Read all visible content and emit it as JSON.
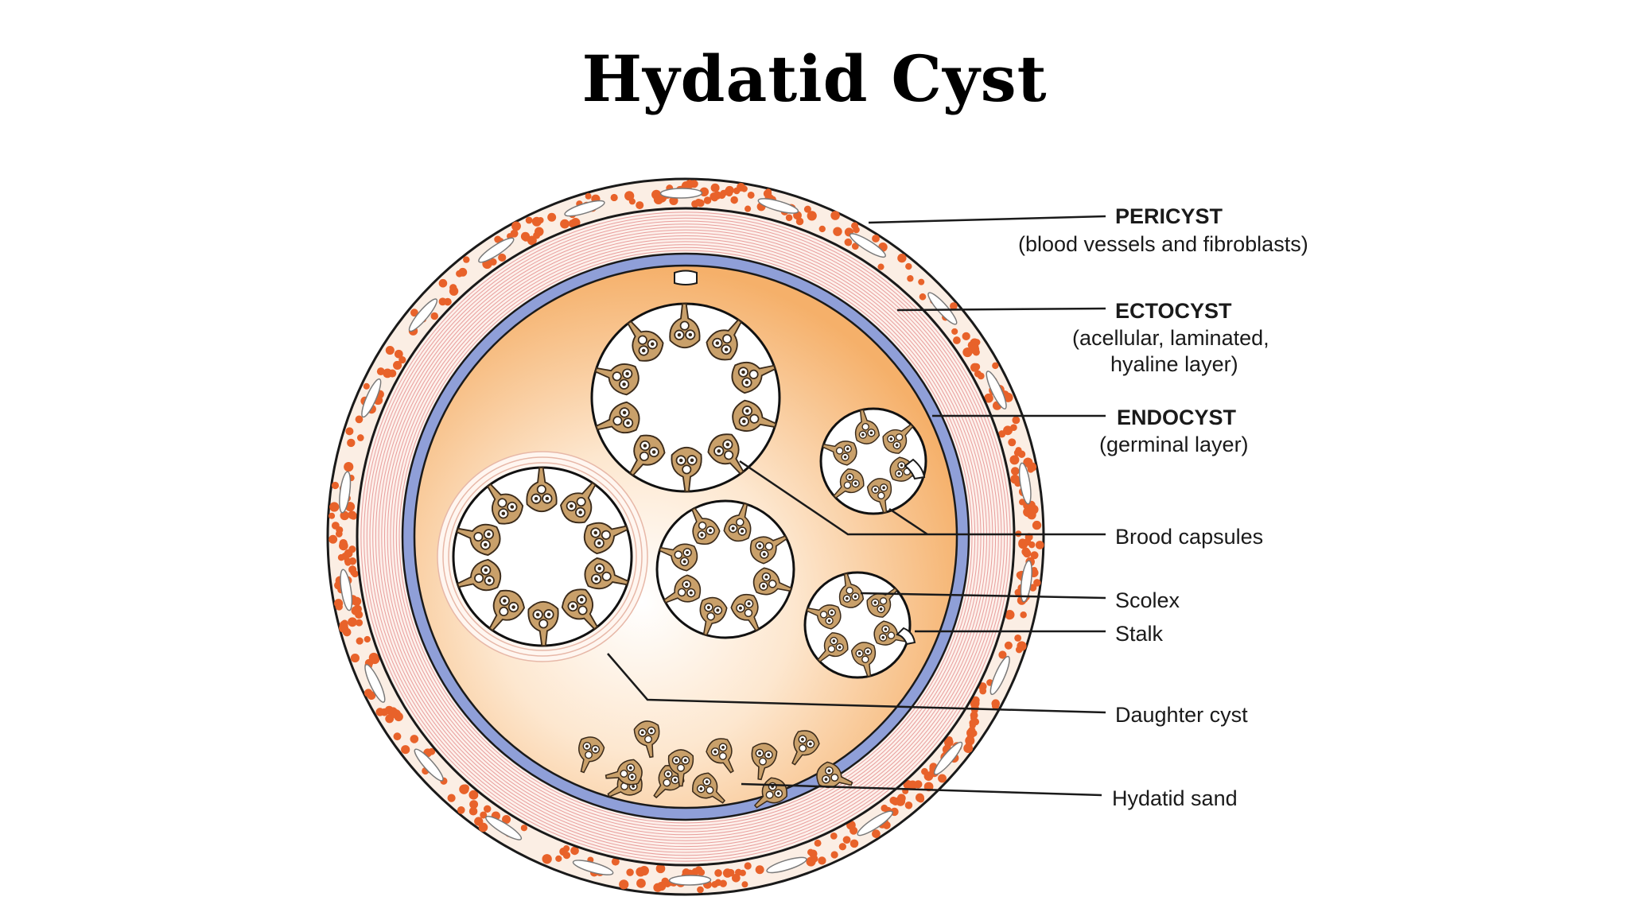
{
  "title": "Hydatid Cyst",
  "labels": {
    "pericyst": "PERICYST",
    "pericyst_note": "(blood vessels and fibroblasts)",
    "ectocyst": "ECTOCYST",
    "ectocyst_note_1": "(acellular, laminated,",
    "ectocyst_note_2": "hyaline layer)",
    "endocyst": "ENDOCYST",
    "endocyst_note": "(germinal layer)",
    "brood_capsules": "Brood capsules",
    "scolex": "Scolex",
    "stalk": "Stalk",
    "daughter_cyst": "Daughter cyst",
    "hydatid_sand": "Hydatid sand"
  },
  "colors": {
    "pericyst_dots": "#e8622a",
    "endocyst": "#8f9fd8",
    "fluid": "#f7b878",
    "laminae": "#e07a7a",
    "scolex": "#c9a06a"
  }
}
